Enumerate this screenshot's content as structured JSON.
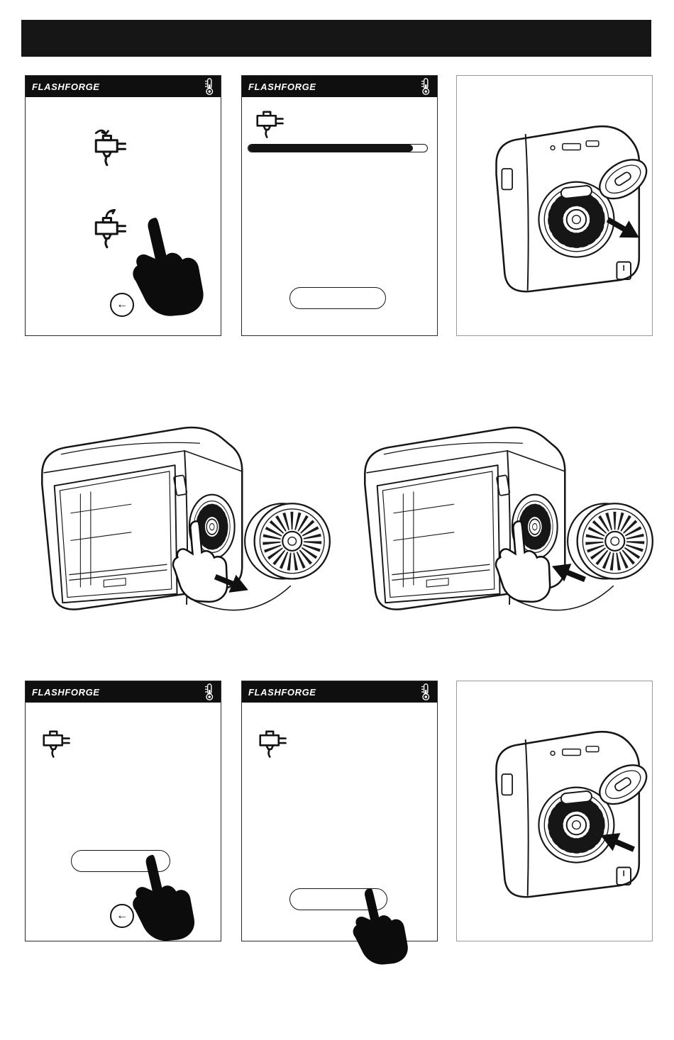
{
  "brand": "FLASHFORGE",
  "banner": {
    "text": ""
  },
  "colors": {
    "banner_bg": "#161616",
    "screen_header_bg": "#0f0f0f",
    "ink": "#141414",
    "progress_fill": "#141414"
  },
  "screens": {
    "select": {
      "options": [
        "filament-load-icon",
        "filament-unload-icon"
      ],
      "back_glyph": "←"
    },
    "progress": {
      "progress_percent": 92,
      "button_label": ""
    },
    "confirm_back": {
      "button_label": "",
      "back_glyph": "←"
    },
    "confirm": {
      "button_label": ""
    }
  },
  "icons": {
    "header_right": "thermometer-icon",
    "screen_corner": "extruder-icon",
    "pointer": "hand-pointer-icon"
  },
  "illustrations": {
    "top_right": "printer side view, spool cover removed, arrow pointing outward",
    "middle_left": "printer with hand at spool bay, arrow toward external spool",
    "middle_right": "printer with hand at spool bay, arrow toward printer",
    "bottom_right": "printer side view, spool cover held, arrow pointing inward"
  }
}
